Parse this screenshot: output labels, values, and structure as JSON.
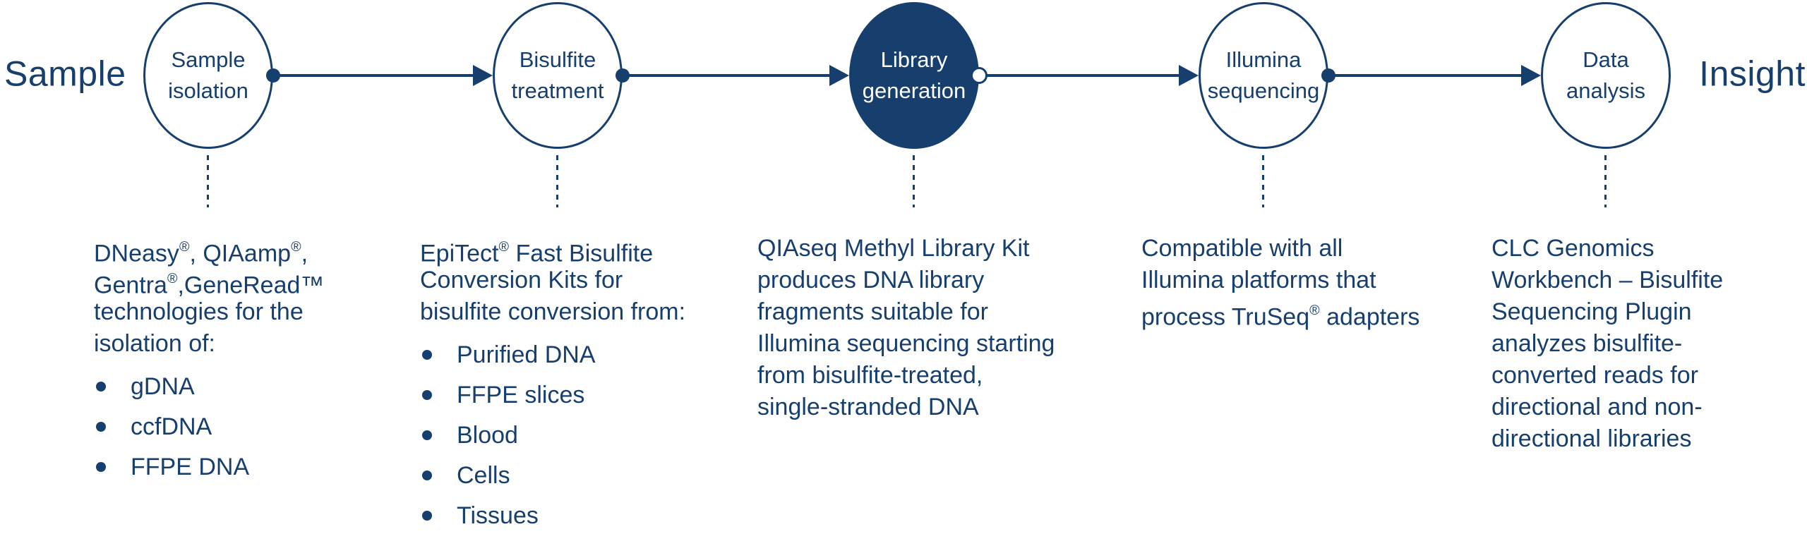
{
  "colors": {
    "navy": "#173F6E",
    "background": "#FFFFFF"
  },
  "endpoints": {
    "start": "Sample",
    "end": "Insight"
  },
  "stages": [
    {
      "id": "sample-isolation",
      "label_lines": [
        "Sample",
        "isolation"
      ],
      "highlighted": false,
      "description": {
        "paragraph_lines": [
          "DNeasy®, QIAamp®,",
          "Gentra®,GeneRead™",
          "technologies for the",
          "isolation of:"
        ],
        "bullets": [
          "gDNA",
          "ccfDNA",
          "FFPE DNA"
        ]
      }
    },
    {
      "id": "bisulfite-treatment",
      "label_lines": [
        "Bisulfite",
        "treatment"
      ],
      "highlighted": false,
      "description": {
        "paragraph_lines": [
          "EpiTect® Fast Bisulfite",
          "Conversion Kits for",
          "bisulfite conversion from:"
        ],
        "bullets": [
          "Purified DNA",
          "FFPE slices",
          "Blood",
          "Cells",
          "Tissues"
        ]
      }
    },
    {
      "id": "library-generation",
      "label_lines": [
        "Library",
        "generation"
      ],
      "highlighted": true,
      "description": {
        "paragraph_lines": [
          "QIAseq Methyl Library Kit",
          "produces DNA library",
          "fragments suitable for",
          "Illumina sequencing starting",
          "from bisulfite-treated,",
          "single-stranded DNA"
        ],
        "bullets": []
      }
    },
    {
      "id": "illumina-sequencing",
      "label_lines": [
        "Illumina",
        "sequencing"
      ],
      "highlighted": false,
      "description": {
        "paragraph_lines": [
          "Compatible with all",
          "Illumina platforms that",
          "process TruSeq® adapters"
        ],
        "bullets": []
      }
    },
    {
      "id": "data-analysis",
      "label_lines": [
        "Data",
        "analysis"
      ],
      "highlighted": false,
      "description": {
        "paragraph_lines": [
          "CLC Genomics",
          "Workbench – Bisulfite",
          "Sequencing Plugin",
          "analyzes bisulfite-",
          "converted reads for",
          "directional and non-",
          "directional libraries"
        ],
        "bullets": []
      }
    }
  ]
}
